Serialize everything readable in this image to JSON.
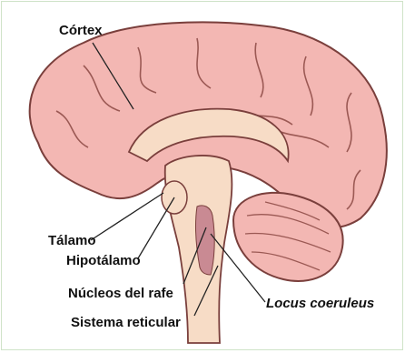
{
  "labels": {
    "cortex": "Córtex",
    "talamo": "Tálamo",
    "hipotalamo": "Hipotálamo",
    "nucleos_rafe": "Núcleos del rafe",
    "locus_coeruleus": "Locus coeruleus",
    "sistema_reticular": "Sistema reticular"
  },
  "colors": {
    "cortex_fill": "#f3b7b3",
    "cortex_stroke": "#7a3f3c",
    "brainstem_fill": "#f7dcc6",
    "highlight_fill": "#c98a93",
    "line": "#222222",
    "frame": "#cfe3c8"
  }
}
